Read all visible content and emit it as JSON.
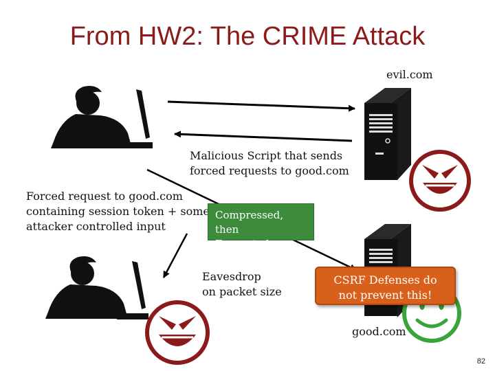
{
  "title": "From HW2: The CRIME Attack",
  "labels": {
    "evil_server": "evil.com",
    "good_server": "good.com",
    "malicious_script_line1": "Malicious Script that sends",
    "malicious_script_line2": "forced requests to good.com",
    "forced_request_line1": "Forced request to good.com",
    "forced_request_line2": "containing session token + some",
    "forced_request_line3": "attacker controlled input",
    "compressed_line1": "Compressed, then",
    "compressed_line2": "Encrypted",
    "eavesdrop_line1": "Eavesdrop",
    "eavesdrop_line2": "on packet size",
    "csrf_line1": "CSRF Defenses do",
    "csrf_line2": "not prevent this!"
  },
  "page_number": "82",
  "colors": {
    "title": "#8b1a1a",
    "evil_face": "#8b1a1a",
    "good_face": "#3aa43a",
    "green_box": "#3c8c3c",
    "orange_box": "#d9601a"
  },
  "icons": [
    "user-at-computer-icon",
    "attacker-at-computer-icon",
    "server-tower-icon",
    "evil-face-icon",
    "happy-face-icon"
  ]
}
